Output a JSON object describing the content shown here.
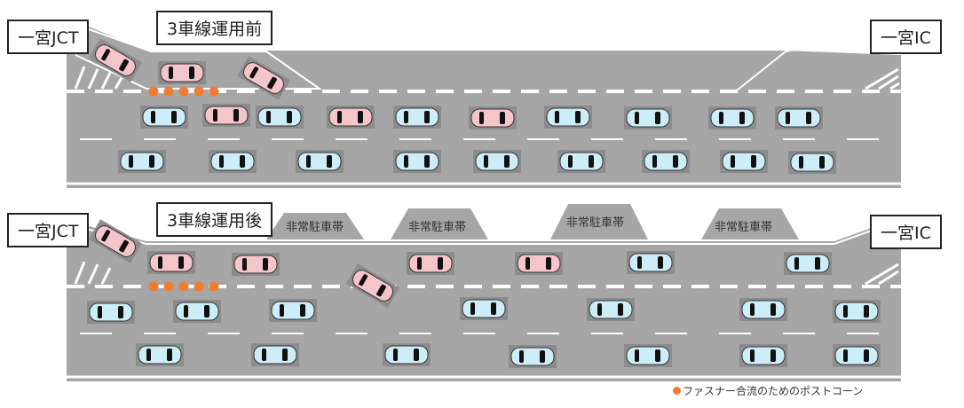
{
  "top_panel": {
    "title": "3車線運用前",
    "left_label": "一宮JCT",
    "right_label": "一宮IC"
  },
  "bottom_panel": {
    "title": "3車線運用後",
    "left_label": "一宮JCT",
    "right_label": "一宮IC",
    "bays": [
      "非常駐車帯",
      "非常駐車帯",
      "非常駐車帯",
      "非常駐車帯"
    ]
  },
  "legend": {
    "text": "ファスナー合流のためのポストコーン"
  },
  "colors": {
    "road": "#a6a6a6",
    "car_pink": "#f4c6cc",
    "car_blue": "#cdeef8",
    "cone": "#ee7d31"
  }
}
